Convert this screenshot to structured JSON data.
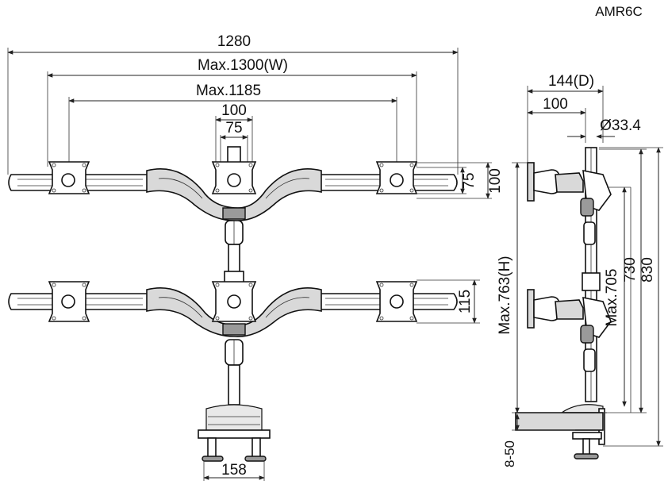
{
  "model": "AMR6C",
  "front_view": {
    "overall_width": "1280",
    "max_width": "Max.1300(W)",
    "max_vesa_span": "Max.1185",
    "vesa_outer": "100",
    "vesa_inner": "75",
    "arm_height_75": "75",
    "arm_height_100": "100",
    "arm_thickness": "115",
    "clamp_width": "158"
  },
  "side_view": {
    "depth": "144(D)",
    "depth_inner": "100",
    "pole_diameter": "Ø33.4",
    "max_height": "Max.763(H)",
    "max_705": "Max.705",
    "height_730": "730",
    "height_830": "830",
    "desk_thickness": "8-50"
  }
}
